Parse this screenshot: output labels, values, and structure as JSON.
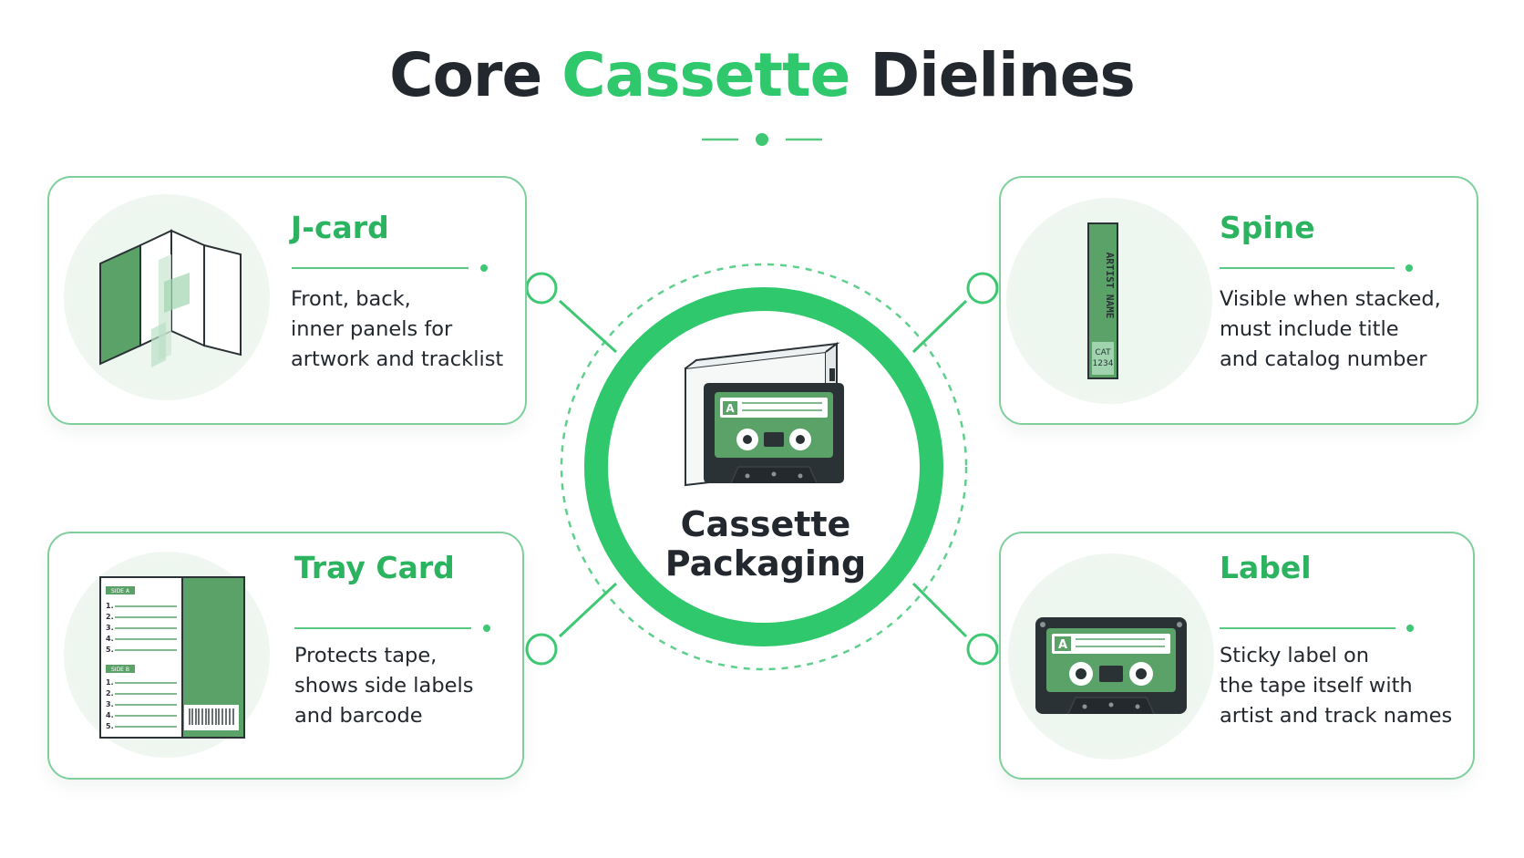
{
  "title": {
    "prefix": "Core",
    "accent": "Cassette",
    "suffix": "Dielines"
  },
  "colors": {
    "accent": "#2fc86c",
    "accent_dark": "#2bb35f",
    "card_border": "#7fcf9d",
    "text": "#23282e",
    "tape_body": "#2b3236",
    "tape_green": "#5aa268"
  },
  "hub": {
    "label_line1": "Cassette",
    "label_line2": "Packaging",
    "icon": "cassette-case-icon"
  },
  "cards": {
    "jcard": {
      "title": "J-card",
      "lines": [
        "Front, back,",
        "inner panels for",
        "artwork and tracklist"
      ],
      "icon": "folded-jcard-icon"
    },
    "spine": {
      "title": "Spine",
      "lines": [
        "Visible when stacked,",
        "must include title",
        "and catalog number"
      ],
      "icon": "spine-strip-icon",
      "strip_text": "ARTIST NAME",
      "catalog_line1": "CAT",
      "catalog_line2": "1234"
    },
    "tray": {
      "title": "Tray Card",
      "lines": [
        "Protects tape,",
        "shows side labels",
        "and barcode"
      ],
      "icon": "tray-card-icon",
      "side_a": "SIDE A",
      "side_b": "SIDE B",
      "track_numbers": [
        "1.",
        "2.",
        "3.",
        "4.",
        "5."
      ]
    },
    "label": {
      "title": "Label",
      "lines": [
        "Sticky label on",
        "the tape itself with",
        "artist and track names"
      ],
      "icon": "cassette-tape-icon",
      "side_letter": "A"
    }
  }
}
